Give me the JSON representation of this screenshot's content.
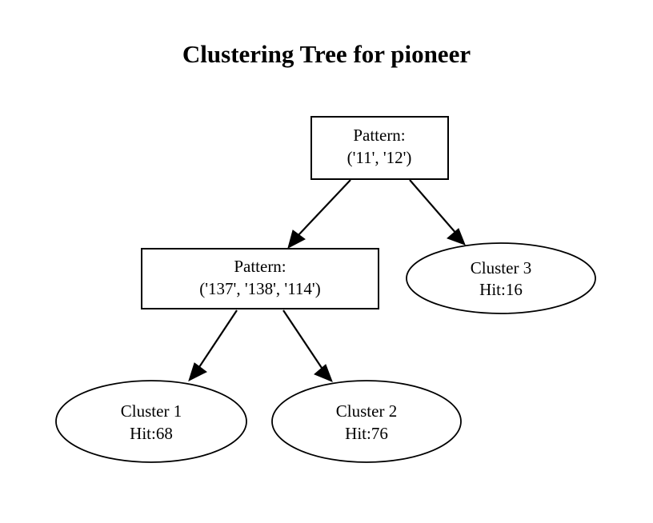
{
  "title": "Clustering Tree for pioneer",
  "colors": {
    "background": "#ffffff",
    "stroke": "#000000",
    "text": "#000000",
    "node_fill": "#ffffff"
  },
  "chart_data": {
    "type": "diagram",
    "subtype": "clustering-tree",
    "title": "Clustering Tree for pioneer",
    "nodes": [
      {
        "id": "root",
        "shape": "rectangle",
        "line1": "Pattern:",
        "line2": "('11', '12')",
        "pattern": [
          "11",
          "12"
        ]
      },
      {
        "id": "pattern2",
        "shape": "rectangle",
        "line1": "Pattern:",
        "line2": "('137', '138', '114')",
        "pattern": [
          "137",
          "138",
          "114"
        ]
      },
      {
        "id": "cluster3",
        "shape": "ellipse",
        "line1": "Cluster 3",
        "line2": "Hit:16",
        "cluster": 3,
        "hit": 16
      },
      {
        "id": "cluster1",
        "shape": "ellipse",
        "line1": "Cluster 1",
        "line2": "Hit:68",
        "cluster": 1,
        "hit": 68
      },
      {
        "id": "cluster2",
        "shape": "ellipse",
        "line1": "Cluster 2",
        "line2": "Hit:76",
        "cluster": 2,
        "hit": 76
      }
    ],
    "edges": [
      {
        "from": "root",
        "to": "pattern2",
        "arrow": true
      },
      {
        "from": "root",
        "to": "cluster3",
        "arrow": true
      },
      {
        "from": "pattern2",
        "to": "cluster1",
        "arrow": true
      },
      {
        "from": "pattern2",
        "to": "cluster2",
        "arrow": true
      }
    ]
  }
}
